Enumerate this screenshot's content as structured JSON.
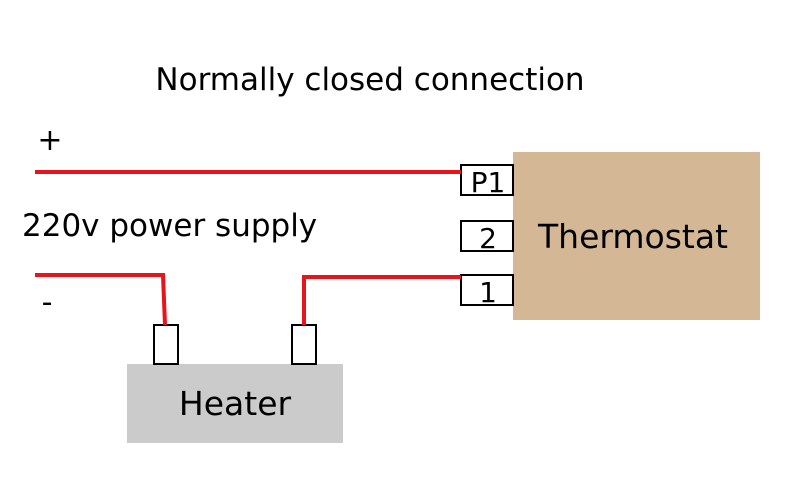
{
  "title": "Normally closed connection",
  "supply": {
    "plus": "+",
    "label": "220v power supply",
    "minus": "-"
  },
  "thermostat": {
    "label": "Thermostat",
    "terminals": [
      "P1",
      "2",
      "1"
    ]
  },
  "heater": {
    "label": "Heater"
  },
  "colors": {
    "wire": "#e8141c",
    "thermostat_fill": "#d4b896",
    "heater_fill": "#cbcbcb",
    "terminal_stroke": "#000000"
  }
}
